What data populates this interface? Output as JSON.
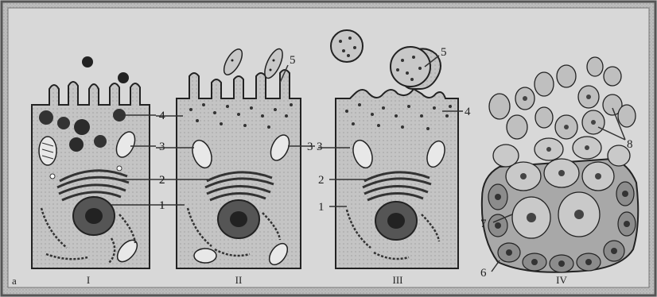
{
  "figure": {
    "corner_mark": "a",
    "panels": [
      {
        "numeral": "I",
        "labels": [
          "4",
          "3",
          "2",
          "1"
        ]
      },
      {
        "numeral": "II",
        "labels": [
          "5",
          "4",
          "3",
          "2",
          "1"
        ]
      },
      {
        "numeral": "III",
        "labels": [
          "5",
          "4",
          "3",
          "2",
          "1"
        ]
      },
      {
        "numeral": "IV",
        "labels": [
          "8",
          "7",
          "6"
        ]
      }
    ]
  }
}
